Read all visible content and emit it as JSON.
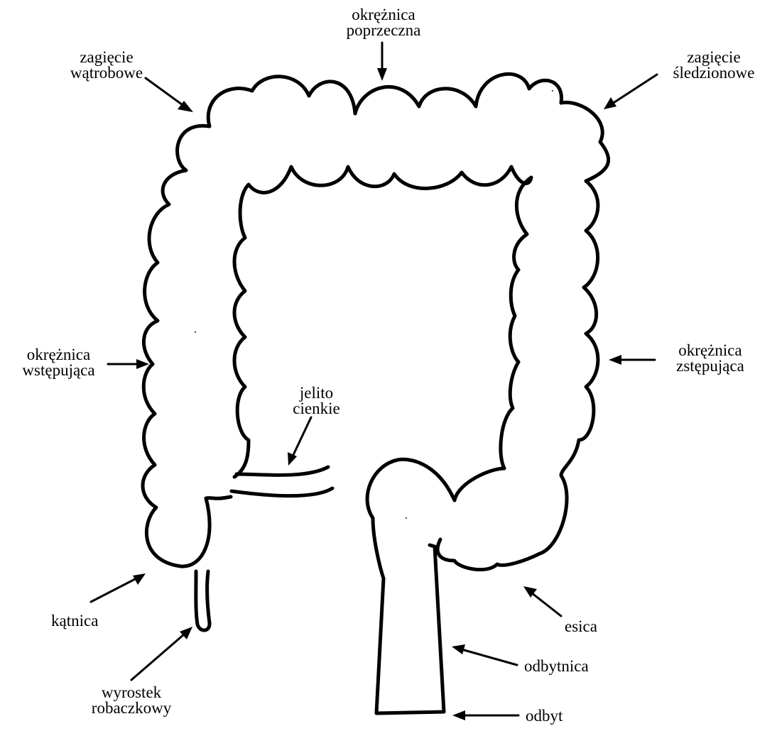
{
  "labels": {
    "hepatic_flexure": "zagięcie\nwątrobowe",
    "transverse_colon": "okrężnica\npoprzeczna",
    "splenic_flexure": "zagięcie\nśledzionowe",
    "ascending_colon": "okrężnica\nwstępująca",
    "descending_colon": "okrężnica\nzstępująca",
    "small_intestine": "jelito\ncienkie",
    "cecum": "kątnica",
    "appendix": "wyrostek\nrobaczkowy",
    "sigmoid_colon": "esica",
    "rectum": "odbytnica",
    "anus": "odbyt"
  }
}
